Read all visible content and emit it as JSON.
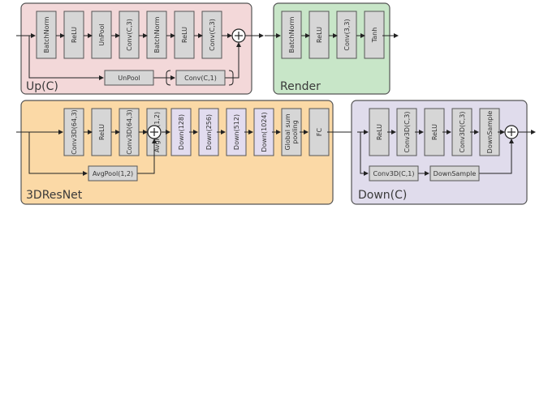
{
  "colors": {
    "up": "#f3d8d9",
    "render": "#c8e6c8",
    "resnet": "#fbd9a6",
    "down": "#e0dcec",
    "block": "#d6d6d6",
    "down_block": "#e2dcef",
    "border": "#555555"
  },
  "up": {
    "title": "Up(C)",
    "main": [
      "BatchNorm",
      "ReLU",
      "UnPool",
      "Conv(C,3)",
      "BatchNorm",
      "ReLU",
      "Conv(C,3)"
    ],
    "skip": [
      "UnPool",
      "Conv(C,1)"
    ]
  },
  "render": {
    "title": "Render",
    "main": [
      "BatchNorm",
      "ReLU",
      "Conv(3,3)",
      "Tanh"
    ]
  },
  "resnet": {
    "title": "3DResNet",
    "main": [
      "Conv3D(64,3)",
      "ReLU",
      "Conv3D(64,3)",
      "AvgPool(1,2)"
    ],
    "downs": [
      "Down(128)",
      "Down(256)",
      "Down(512)",
      "Down(1024)"
    ],
    "tail": [
      "Global sum pooling",
      "FC"
    ],
    "skip": [
      "AvgPool(1,2)"
    ]
  },
  "down": {
    "title": "Down(C)",
    "main": [
      "ReLU",
      "Conv3D(C,3)",
      "ReLU",
      "Conv3D(C,3)",
      "DownSample"
    ],
    "skip": [
      "Conv3D(C,1)",
      "DownSample"
    ]
  }
}
